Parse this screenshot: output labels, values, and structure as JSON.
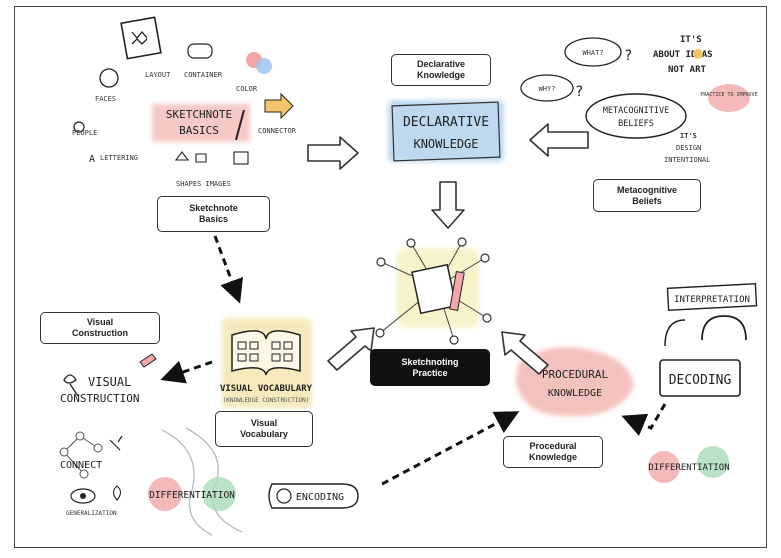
{
  "labels": {
    "declarative_knowledge": "Declarative\nKnowledge",
    "metacognitive_beliefs": "Metacognitive\nBeliefs",
    "sketchnote_basics": "Sketchnote\nBasics",
    "visual_construction": "Visual\nConstruction",
    "visual_vocabulary": "Visual\nVocabulary",
    "sketchnoting_practice": "Sketchnoting\nPractice",
    "procedural_knowledge": "Procedural\nKnowledge"
  },
  "sketches": {
    "declarative_line1": "DECLARATIVE",
    "declarative_line2": "KNOWLEDGE",
    "sketchnote_basics_1": "SKETCHNOTE",
    "sketchnote_basics_2": "BASICS",
    "metacog_1": "METACOGNITIVE",
    "metacog_2": "BELIEFS",
    "its_about": "IT'S",
    "about_ideas": "ABOUT IDEAS",
    "not_art": "NOT ART",
    "its_2": "IT'S",
    "design": "DESIGN",
    "intentional": "INTENTIONAL",
    "what_q": "WHAT?",
    "why_q": "WHY?",
    "practice_to_improve": "PRACTICE TO IMPROVE",
    "faces": "FACES",
    "layout": "LAYOUT",
    "container": "CONTAINER",
    "color": "COLOR",
    "connector": "CONNECTOR",
    "people": "PEOPLE",
    "lettering": "LETTERING",
    "shapes_images": "SHAPES IMAGES",
    "visual_vocab_1": "VISUAL VOCABULARY",
    "visual_vocab_2": "(KNOWLEDGE CONSTRUCTION)",
    "visual_construction_1": "VISUAL",
    "visual_construction_2": "CONSTRUCTION",
    "connect": "CONNECT",
    "differentiation": "DIFFERENTIATION",
    "encoding": "ENCODING",
    "generalization": "GENERALIZATION",
    "procedural_1": "PROCEDURAL",
    "procedural_2": "KNOWLEDGE",
    "interpretation": "INTERPRETATION",
    "decoding": "DECODING",
    "differentiation_2": "DIFFERENTIATION"
  },
  "colors": {
    "blue_wash": "#a9cdea",
    "pink_wash": "#f2b3ae",
    "yellow_wash": "#f3e3a6",
    "green_dot": "#a9dcb6",
    "red_dot": "#f1a7a7",
    "orange_arrow": "#f4c56a"
  }
}
